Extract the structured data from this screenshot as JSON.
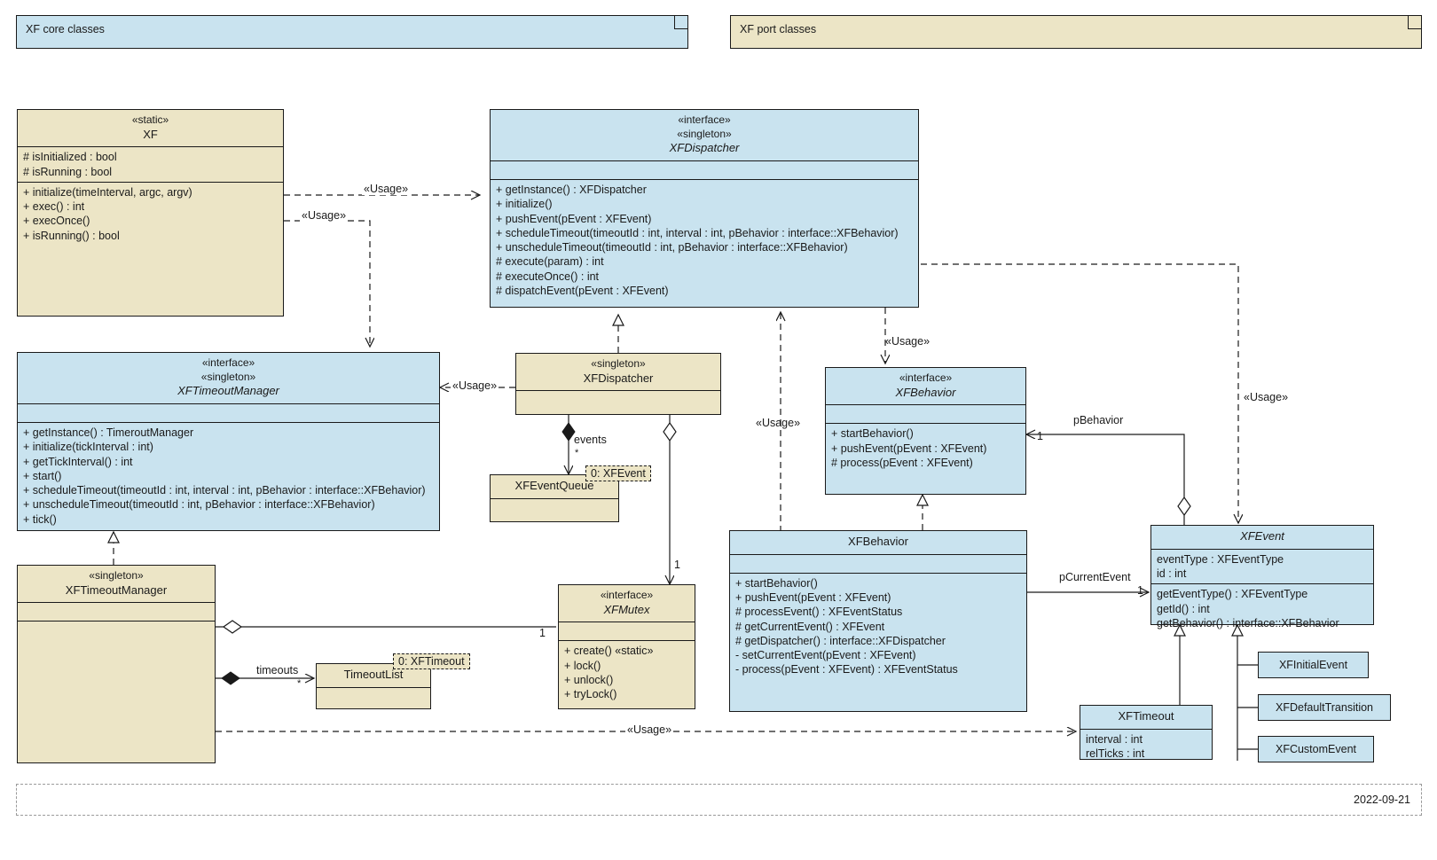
{
  "diagram": {
    "type": "uml-class-diagram",
    "footer_date": "2022-09-21"
  },
  "legend": {
    "core": "XF core classes",
    "port": "XF port classes"
  },
  "classes": {
    "xf": {
      "stereotype": "«static»",
      "name": "XF",
      "attributes": [
        "# isInitialized : bool",
        "# isRunning : bool"
      ],
      "operations": [
        "+ initialize(timeInterval, argc, argv)",
        "+ exec() : int",
        "+ execOnce()",
        "+ isRunning() : bool"
      ]
    },
    "xfdispatcher_if": {
      "stereotype1": "«interface»",
      "stereotype2": "«singleton»",
      "name": "XFDispatcher",
      "attributes": [],
      "operations": [
        "+ getInstance() : XFDispatcher",
        "+ initialize()",
        "+ pushEvent(pEvent : XFEvent)",
        "+ scheduleTimeout(timeoutId : int, interval : int, pBehavior : interface::XFBehavior)",
        "+ unscheduleTimeout(timeoutId : int, pBehavior : interface::XFBehavior)",
        "# execute(param) : int",
        "# executeOnce() : int",
        "# dispatchEvent(pEvent : XFEvent)"
      ]
    },
    "xftimeoutmanager_if": {
      "stereotype1": "«interface»",
      "stereotype2": "«singleton»",
      "name": "XFTimeoutManager",
      "attributes": [],
      "operations": [
        "+ getInstance() : TimeroutManager",
        "+ initialize(tickInterval : int)",
        "+ getTickInterval() : int",
        "+ start()",
        "+ scheduleTimeout(timeoutId : int, interval : int, pBehavior : interface::XFBehavior)",
        "+ unscheduleTimeout(timeoutId : int, pBehavior : interface::XFBehavior)",
        "+ tick()"
      ]
    },
    "xfdispatcher_impl": {
      "stereotype": "«singleton»",
      "name": "XFDispatcher",
      "attributes": [],
      "operations": []
    },
    "xfeventqueue": {
      "name": "XFEventQueue",
      "attributes": [],
      "operations": []
    },
    "xfbehavior_if": {
      "stereotype": "«interface»",
      "name": "XFBehavior",
      "attributes": [],
      "operations": [
        "+ startBehavior()",
        "+ pushEvent(pEvent : XFEvent)",
        "# process(pEvent : XFEvent)"
      ]
    },
    "xftimeoutmanager_impl": {
      "stereotype": "«singleton»",
      "name": "XFTimeoutManager",
      "attributes": [],
      "operations": []
    },
    "timeoutlist": {
      "name": "TimeoutList",
      "attributes": [],
      "operations": []
    },
    "xfmutex": {
      "stereotype": "«interface»",
      "name": "XFMutex",
      "attributes": [],
      "operations": [
        "+ create() «static»",
        "+ lock()",
        "+ unlock()",
        "+ tryLock()"
      ]
    },
    "xfbehavior_impl": {
      "name": "XFBehavior",
      "attributes": [],
      "operations": [
        "+ startBehavior()",
        "+ pushEvent(pEvent : XFEvent)",
        "# processEvent() : XFEventStatus",
        "# getCurrentEvent() : XFEvent",
        "# getDispatcher() : interface::XFDispatcher",
        "- setCurrentEvent(pEvent : XFEvent)",
        "- process(pEvent : XFEvent) : XFEventStatus"
      ]
    },
    "xfevent": {
      "name": "XFEvent",
      "attributes": [
        "eventType : XFEventType",
        "id : int"
      ],
      "operations": [
        "getEventType() : XFEventType",
        "getId() : int",
        "getBehavior() : interface::XFBehavior"
      ]
    },
    "xftimeout": {
      "name": "XFTimeout",
      "attributes": [
        "interval : int",
        "relTicks : int"
      ],
      "operations": []
    },
    "xfinitialevent": {
      "name": "XFInitialEvent"
    },
    "xfdefaulttransition": {
      "name": "XFDefaultTransition"
    },
    "xfcustomevent": {
      "name": "XFCustomEvent"
    }
  },
  "tags": {
    "event_qualifier": "0: XFEvent",
    "timeout_qualifier": "0: XFTimeout"
  },
  "edge_labels": {
    "usage": "«Usage»",
    "usage_xf_dispatcher": "«Usage»",
    "usage_xf_timeoutmanager": "«Usage»",
    "usage_dispatcher_timeoutmanager": "«Usage»",
    "usage_dispatcher_behavior": "«Usage»",
    "usage_behavior_dispatcher": "«Usage»",
    "usage_dispatcher_event": "«Usage»",
    "usage_timeoutmanager_timeout": "«Usage»",
    "events": "events",
    "events_mult": "*",
    "timeouts": "timeouts",
    "timeouts_mult": "*",
    "p_behavior": "pBehavior",
    "p_behavior_mult": "1",
    "p_current_event": "pCurrentEvent",
    "p_current_event_mult": "1",
    "mutex_mult_top": "1",
    "mutex_mult_left": "1"
  },
  "colors": {
    "core_fill": "#c9e3ef",
    "port_fill": "#ece5c6",
    "line": "#1a1a1a",
    "background": "#ffffff"
  }
}
